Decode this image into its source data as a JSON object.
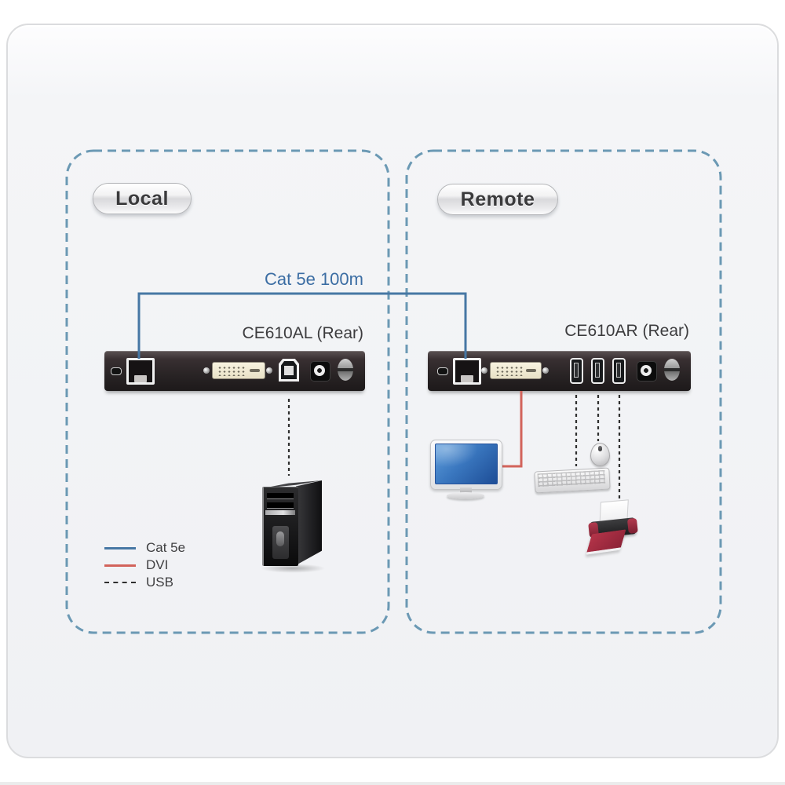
{
  "zones": {
    "local": {
      "label": "Local",
      "device_name": "CE610AL (Rear)",
      "peripherals": [
        "computer"
      ]
    },
    "remote": {
      "label": "Remote",
      "device_name": "CE610AR (Rear)",
      "peripherals": [
        "monitor",
        "keyboard",
        "mouse",
        "printer"
      ]
    }
  },
  "connection": {
    "label": "Cat 5e 100m",
    "type": "cat5e"
  },
  "connections": [
    {
      "from": "CE610AL RJ-45",
      "to": "CE610AR RJ-45",
      "type": "Cat 5e",
      "label": "Cat 5e 100m"
    },
    {
      "from": "CE610AL USB-B",
      "to": "computer",
      "type": "USB"
    },
    {
      "from": "CE610AR DVI",
      "to": "monitor",
      "type": "DVI"
    },
    {
      "from": "CE610AR USB-A",
      "to": "keyboard",
      "type": "USB"
    },
    {
      "from": "CE610AR USB-A",
      "to": "mouse",
      "type": "USB"
    },
    {
      "from": "CE610AR USB-A",
      "to": "printer",
      "type": "USB"
    }
  ],
  "legend": {
    "items": [
      {
        "label": "Cat 5e",
        "style": "solid",
        "color": "#4677a4"
      },
      {
        "label": "DVI",
        "style": "solid",
        "color": "#d2635b"
      },
      {
        "label": "USB",
        "style": "dashed",
        "color": "#2f2f2f"
      }
    ]
  },
  "colors": {
    "cat5e_cable": "#4677a4",
    "dvi_cable": "#d2635b",
    "usb_cable": "#2f2f2f",
    "zone_border": "#6b99b4",
    "cable_label_text": "#3b6da3",
    "device_label_text": "#3c3c3e",
    "monitor_screen": "#3a77bf"
  }
}
